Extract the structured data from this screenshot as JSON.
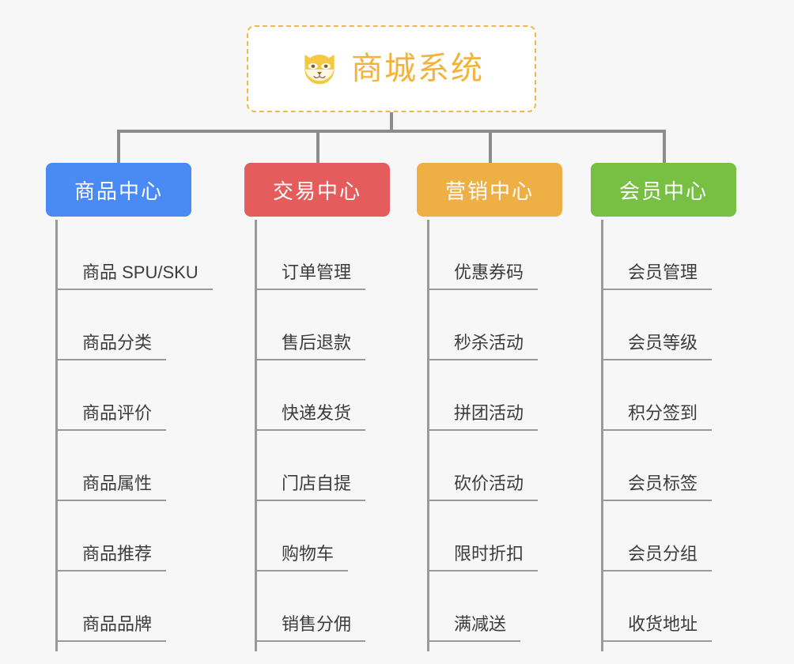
{
  "page": {
    "background_color": "#f7f7f7",
    "line_color": "#8c8c8c"
  },
  "root": {
    "title": "商城系统",
    "icon": "shiba-dog-icon",
    "border_color": "#f0b847",
    "text_color": "#f2b33d",
    "background_color": "#ffffff"
  },
  "columns": [
    {
      "header": "商品中心",
      "color": "#4a8af4",
      "items": [
        "商品 SPU/SKU",
        "商品分类",
        "商品评价",
        "商品属性",
        "商品推荐",
        "商品品牌"
      ]
    },
    {
      "header": "交易中心",
      "color": "#e45c5c",
      "items": [
        "订单管理",
        "售后退款",
        "快递发货",
        "门店自提",
        "购物车",
        "销售分佣"
      ]
    },
    {
      "header": "营销中心",
      "color": "#eeaf44",
      "items": [
        "优惠券码",
        "秒杀活动",
        "拼团活动",
        "砍价活动",
        "限时折扣",
        "满减送"
      ]
    },
    {
      "header": "会员中心",
      "color": "#77c043",
      "items": [
        "会员管理",
        "会员等级",
        "积分签到",
        "会员标签",
        "会员分组",
        "收货地址"
      ]
    }
  ]
}
